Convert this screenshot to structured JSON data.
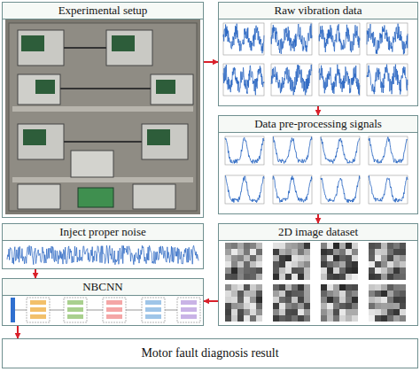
{
  "diagram": {
    "nodes": [
      {
        "text": [
          "Experimental setup"
        ]
      },
      {
        "text": [
          "Raw vibration data"
        ]
      },
      {
        "text": [
          "Data pre-processing signals"
        ]
      },
      {
        "text": [
          "2D image dataset"
        ]
      },
      {
        "text": [
          "Inject proper noise"
        ]
      },
      {
        "text": [
          "NBCNN"
        ]
      },
      {
        "text": [
          "Motor fault diagnosis result"
        ]
      }
    ],
    "edges": [
      {
        "from": 0,
        "to": 1,
        "arrow": "to"
      },
      {
        "from": 1,
        "to": 2,
        "arrow": "to"
      },
      {
        "from": 2,
        "to": 3,
        "arrow": "to"
      },
      {
        "from": 3,
        "to": 5,
        "arrow": "to"
      },
      {
        "from": 4,
        "to": 5,
        "arrow": "to"
      },
      {
        "from": 5,
        "to": 6,
        "arrow": "to"
      }
    ]
  }
}
